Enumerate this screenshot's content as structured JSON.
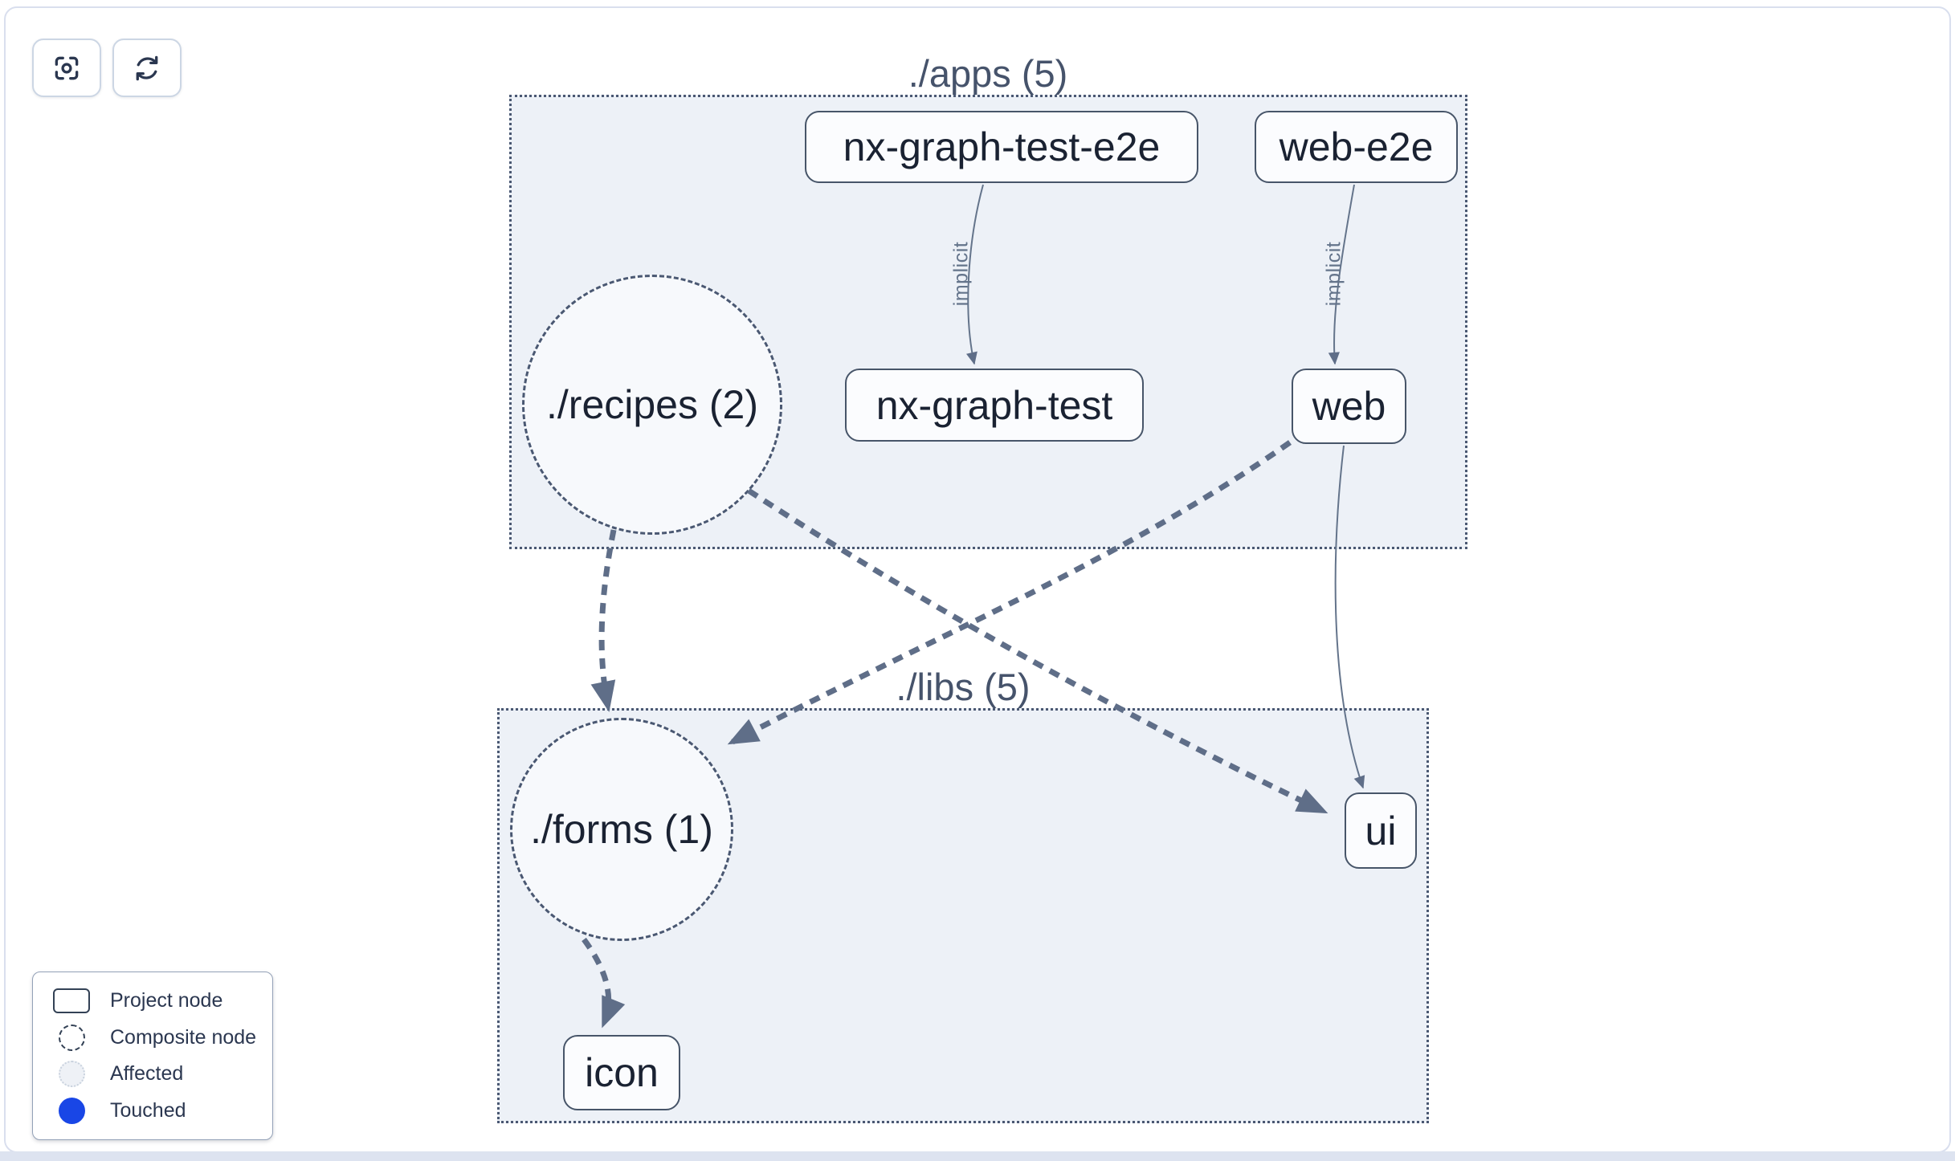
{
  "toolbar": {
    "buttons": [
      {
        "icon": "focus-scan-icon"
      },
      {
        "icon": "refresh-icon"
      }
    ]
  },
  "graph": {
    "groups": [
      {
        "id": "apps",
        "label": "./apps (5)"
      },
      {
        "id": "libs",
        "label": "./libs (5)"
      }
    ],
    "composite_nodes": [
      {
        "label": "./recipes (2)",
        "group": "apps"
      },
      {
        "label": "./forms (1)",
        "group": "libs"
      }
    ],
    "project_nodes": [
      {
        "label": "nx-graph-test-e2e",
        "group": "apps"
      },
      {
        "label": "web-e2e",
        "group": "apps"
      },
      {
        "label": "nx-graph-test",
        "group": "apps"
      },
      {
        "label": "web",
        "group": "apps"
      },
      {
        "label": "ui",
        "group": "libs"
      },
      {
        "label": "icon",
        "group": "libs"
      }
    ],
    "edge_labels": [
      {
        "label": "implicit",
        "edge": "nx-graph-test-e2e->nx-graph-test"
      },
      {
        "label": "implicit",
        "edge": "web-e2e->web"
      }
    ]
  },
  "legend": {
    "items": [
      {
        "label": "Project node",
        "swatch": "rect-outline"
      },
      {
        "label": "Composite node",
        "swatch": "circle-dashed"
      },
      {
        "label": "Affected",
        "swatch": "circle-affected"
      },
      {
        "label": "Touched",
        "swatch": "circle-touched"
      }
    ]
  },
  "colors": {
    "touched_blue": "#1946e6",
    "edge": "#5f6e88",
    "group_background": "#edf1f7",
    "node_border": "#475569",
    "group_border": "#4a5872",
    "text_dark": "#1a2232"
  }
}
